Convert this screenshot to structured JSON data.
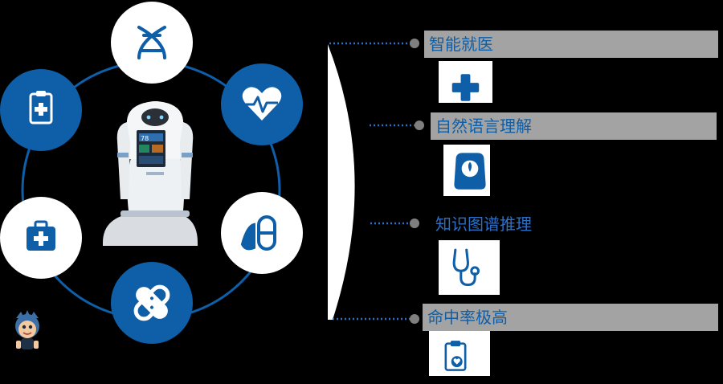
{
  "colors": {
    "background": "#000000",
    "accent": "#0e5ea8",
    "label_bar": "#a3a3a3",
    "connector": "#2b6fc6",
    "ring": "#0e5ea8"
  },
  "hub_icons": [
    {
      "icon": "dna-icon",
      "style": "white"
    },
    {
      "icon": "heart-pulse-icon",
      "style": "blue"
    },
    {
      "icon": "pills-icon",
      "style": "white"
    },
    {
      "icon": "bandage-icon",
      "style": "blue"
    },
    {
      "icon": "first-aid-kit-icon",
      "style": "white"
    },
    {
      "icon": "clipboard-plus-icon",
      "style": "blue"
    }
  ],
  "features": [
    {
      "label": "智能就医",
      "icon": "medical-cross-icon",
      "boxed": true
    },
    {
      "label": "自然语言理解",
      "icon": "weight-scale-icon",
      "boxed": true
    },
    {
      "label": "知识图谱推理",
      "icon": "stethoscope-icon",
      "boxed": false
    },
    {
      "label": "命中率极高",
      "icon": "clipboard-heart-icon",
      "boxed": true
    }
  ],
  "robot_screen": {
    "reading": "78"
  }
}
